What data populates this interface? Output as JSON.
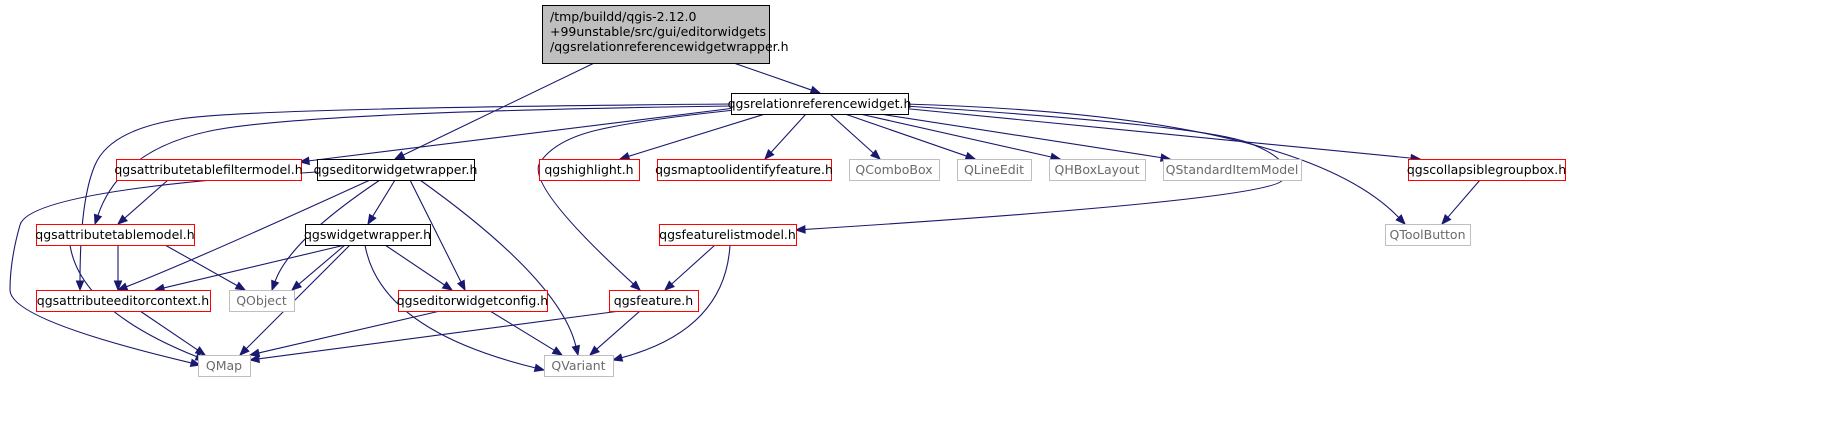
{
  "diagram": {
    "type": "include-dependency-graph",
    "nodes": [
      {
        "id": "root",
        "lines": [
          "/tmp/buildd/qgis-2.12.0",
          "+99unstable/src/gui/editorwidgets",
          "/qgsrelationreferencewidgetwrapper.h"
        ],
        "style": "root"
      },
      {
        "id": "relref",
        "lines": [
          "qgsrelationreferencewidget.h"
        ],
        "style": "documented"
      },
      {
        "id": "editorwrap",
        "lines": [
          "qgseditorwidgetwrapper.h"
        ],
        "style": "documented"
      },
      {
        "id": "filtermodel",
        "lines": [
          "qgsattributetablefiltermodel.h"
        ],
        "style": "undocumented"
      },
      {
        "id": "highlight",
        "lines": [
          "qgshighlight.h"
        ],
        "style": "undocumented"
      },
      {
        "id": "identify",
        "lines": [
          "qgsmaptoolidentifyfeature.h"
        ],
        "style": "undocumented"
      },
      {
        "id": "qcombobox",
        "lines": [
          "QComboBox"
        ],
        "style": "external"
      },
      {
        "id": "qlineedit",
        "lines": [
          "QLineEdit"
        ],
        "style": "external"
      },
      {
        "id": "qhbox",
        "lines": [
          "QHBoxLayout"
        ],
        "style": "external"
      },
      {
        "id": "qstditem",
        "lines": [
          "QStandardItemModel"
        ],
        "style": "external"
      },
      {
        "id": "collapsible",
        "lines": [
          "qgscollapsiblegroupbox.h"
        ],
        "style": "undocumented"
      },
      {
        "id": "tablemodel",
        "lines": [
          "qgsattributetablemodel.h"
        ],
        "style": "undocumented"
      },
      {
        "id": "widgetwrap",
        "lines": [
          "qgswidgetwrapper.h"
        ],
        "style": "documented"
      },
      {
        "id": "featlist",
        "lines": [
          "qgsfeaturelistmodel.h"
        ],
        "style": "undocumented"
      },
      {
        "id": "qtoolbutton",
        "lines": [
          "QToolButton"
        ],
        "style": "external"
      },
      {
        "id": "editorctx",
        "lines": [
          "qgsattributeeditorcontext.h"
        ],
        "style": "undocumented"
      },
      {
        "id": "qobject",
        "lines": [
          "QObject"
        ],
        "style": "external"
      },
      {
        "id": "editorcfg",
        "lines": [
          "qgseditorwidgetconfig.h"
        ],
        "style": "undocumented"
      },
      {
        "id": "feature",
        "lines": [
          "qgsfeature.h"
        ],
        "style": "undocumented"
      },
      {
        "id": "qmap",
        "lines": [
          "QMap"
        ],
        "style": "external"
      },
      {
        "id": "qvariant",
        "lines": [
          "QVariant"
        ],
        "style": "external"
      }
    ],
    "edges": [
      [
        "root",
        "relref"
      ],
      [
        "root",
        "editorwrap"
      ],
      [
        "relref",
        "filtermodel"
      ],
      [
        "relref",
        "highlight"
      ],
      [
        "relref",
        "identify"
      ],
      [
        "relref",
        "qcombobox"
      ],
      [
        "relref",
        "qlineedit"
      ],
      [
        "relref",
        "qhbox"
      ],
      [
        "relref",
        "qstditem"
      ],
      [
        "relref",
        "collapsible"
      ],
      [
        "relref",
        "qtoolbutton"
      ],
      [
        "relref",
        "featlist"
      ],
      [
        "relref",
        "feature"
      ],
      [
        "relref",
        "tablemodel"
      ],
      [
        "relref",
        "editorctx"
      ],
      [
        "editorwrap",
        "widgetwrap"
      ],
      [
        "editorwrap",
        "qobject"
      ],
      [
        "editorwrap",
        "editorctx"
      ],
      [
        "editorwrap",
        "editorcfg"
      ],
      [
        "editorwrap",
        "qvariant"
      ],
      [
        "editorwrap",
        "qmap"
      ],
      [
        "filtermodel",
        "tablemodel"
      ],
      [
        "collapsible",
        "qtoolbutton"
      ],
      [
        "tablemodel",
        "editorctx"
      ],
      [
        "tablemodel",
        "qobject"
      ],
      [
        "tablemodel",
        "qmap"
      ],
      [
        "widgetwrap",
        "editorctx"
      ],
      [
        "widgetwrap",
        "qobject"
      ],
      [
        "widgetwrap",
        "editorcfg"
      ],
      [
        "widgetwrap",
        "qmap"
      ],
      [
        "widgetwrap",
        "qvariant"
      ],
      [
        "featlist",
        "feature"
      ],
      [
        "featlist",
        "qvariant"
      ],
      [
        "editorctx",
        "qmap"
      ],
      [
        "editorcfg",
        "qmap"
      ],
      [
        "editorcfg",
        "qvariant"
      ],
      [
        "feature",
        "qmap"
      ],
      [
        "feature",
        "qvariant"
      ]
    ]
  },
  "colors": {
    "edge": "#191970",
    "root_fill": "#bfbfbf",
    "documented_border": "#000000",
    "undocumented_border": "#ff0000",
    "external_border": "#bfbfbf",
    "external_text": "#6b6b6b"
  }
}
